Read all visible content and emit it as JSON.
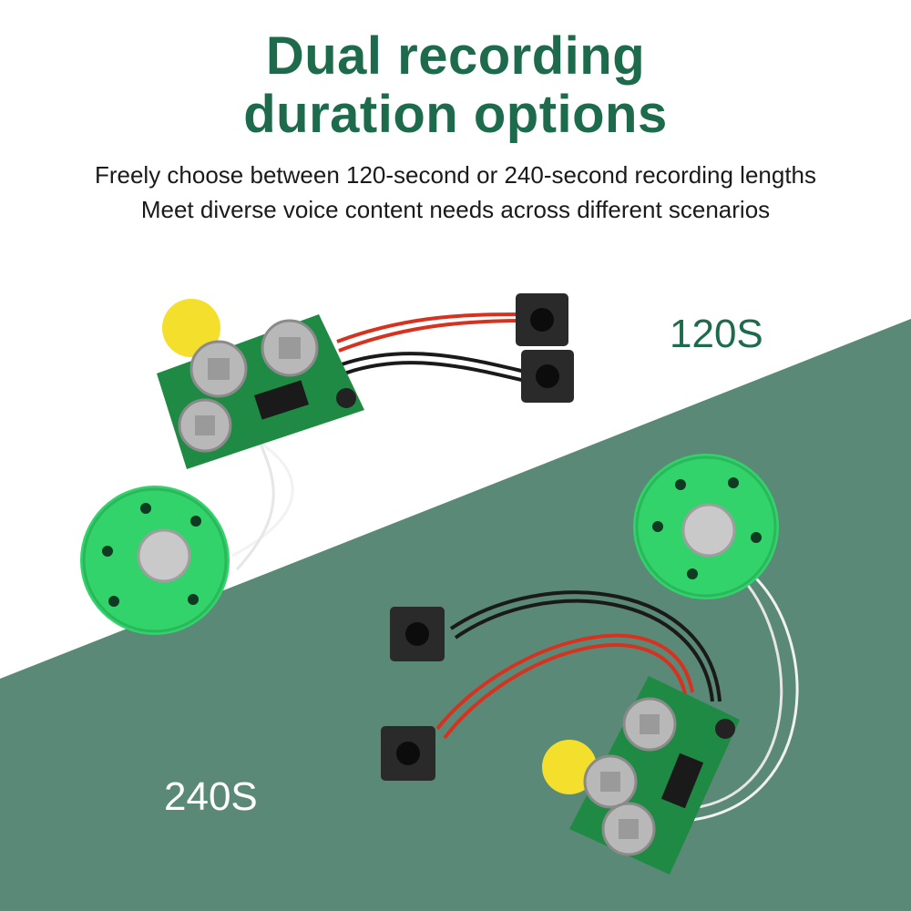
{
  "heading": {
    "line1": "Dual recording",
    "line2": "duration options"
  },
  "subtitle": {
    "line1": "Freely choose between 120-second or 240-second recording lengths",
    "line2": "Meet diverse voice content needs across different scenarios"
  },
  "labels": {
    "short_duration": "120S",
    "long_duration": "240S"
  },
  "colors": {
    "heading": "#1d6b4c",
    "diagonal_band": "#5a8a77",
    "speaker": "#33d36b",
    "pcb": "#1f8a43"
  },
  "icons": [
    "speaker-icon",
    "pcb-module-icon",
    "push-button-icon",
    "battery-icon"
  ]
}
